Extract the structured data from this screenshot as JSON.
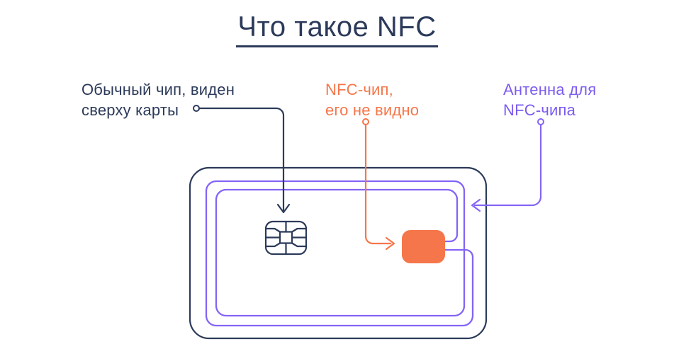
{
  "title": "Что такое NFC",
  "labels": {
    "regular_chip": {
      "line1": "Обычный чип, виден",
      "line2": "сверху карты"
    },
    "nfc_chip": {
      "line1": "NFC-чип,",
      "line2": "его не видно"
    },
    "antenna": {
      "line1": "Антенна для",
      "line2": "NFC-чипа"
    }
  },
  "icons": {
    "regular_chip": "emv-chip-icon",
    "nfc_chip": "nfc-chip-icon",
    "antenna": "antenna-coil-icon"
  },
  "colors": {
    "navy": "#2C3A5A",
    "orange": "#F5764A",
    "purple": "#8464F6",
    "purple_text": "#7C5BEF",
    "background": "#FFFFFF"
  }
}
